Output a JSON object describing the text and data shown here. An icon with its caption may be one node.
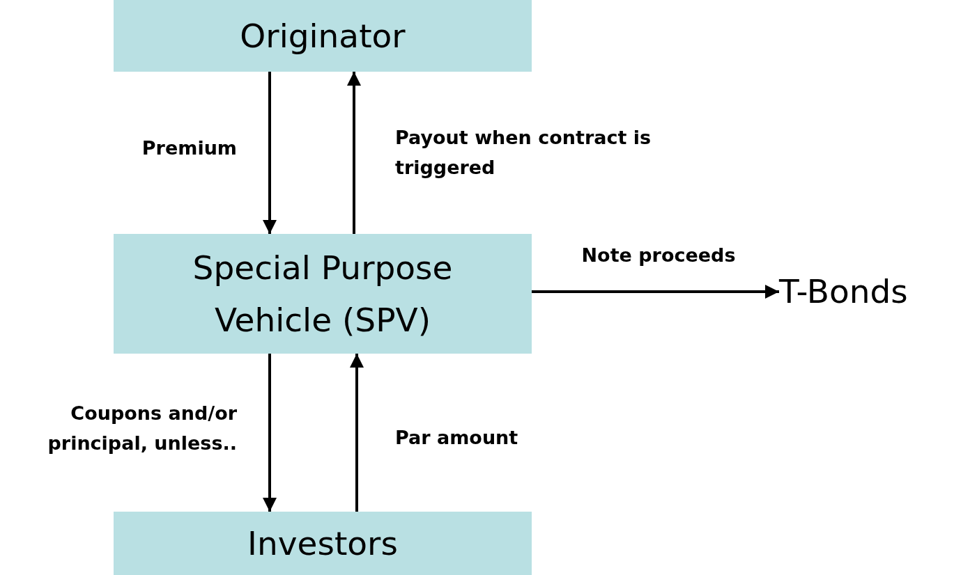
{
  "diagram": {
    "nodes": [
      {
        "text": [
          "Originator"
        ]
      },
      {
        "text": [
          "Special Purpose Vehicle (SPV)"
        ]
      },
      {
        "text": [
          "Investors"
        ]
      },
      {
        "text": [
          "T-Bonds"
        ]
      }
    ],
    "edges": [
      {
        "from": 0,
        "to": 1,
        "arrow": "to",
        "label": "Premium"
      },
      {
        "from": 1,
        "to": 0,
        "arrow": "to",
        "label": "Payout when contract is triggered"
      },
      {
        "from": 1,
        "to": 3,
        "arrow": "to",
        "label": "Note proceeds"
      },
      {
        "from": 1,
        "to": 2,
        "arrow": "to",
        "label": "Coupons and/or principal, unless.."
      },
      {
        "from": 2,
        "to": 1,
        "arrow": "to",
        "label": "Par amount"
      }
    ]
  }
}
